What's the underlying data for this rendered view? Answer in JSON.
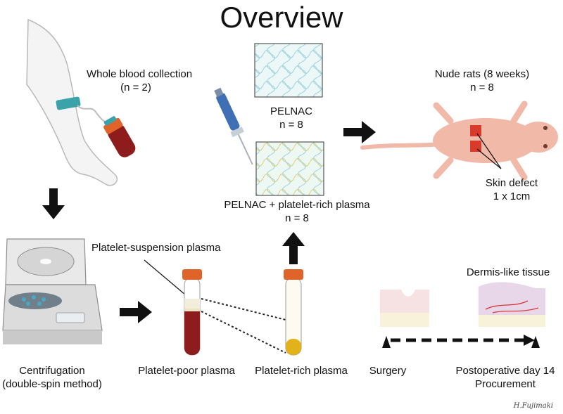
{
  "title": "Overview",
  "blood": {
    "label": "Whole blood collection",
    "n": "(n = 2)"
  },
  "pelnac": {
    "label": "PELNAC",
    "n": "n = 8"
  },
  "pelnac_prp": {
    "label": "PELNAC + platelet-rich plasma",
    "n": "n = 8"
  },
  "rats": {
    "label": "Nude rats (8 weeks)",
    "n": "n = 8"
  },
  "skin_defect": {
    "label": "Skin defect",
    "size": "1 x 1cm"
  },
  "platelet_suspension": "Platelet-suspension plasma",
  "centrifugation": {
    "line1": "Centrifugation",
    "line2": "(double-spin method)"
  },
  "platelet_poor": "Platelet-poor plasma",
  "platelet_rich": "Platelet-rich plasma",
  "dermis": "Dermis-like tissue",
  "timeline": {
    "start": "Surgery",
    "end_line1": "Postoperative day 14",
    "end_line2": "Procurement"
  },
  "signature": "H.Fujimaki",
  "colors": {
    "blood": "#8f1c1c",
    "plasma_pale": "#f3eedc",
    "plasma_yellow": "#e2b21a",
    "cap": "#e0632a",
    "mesh_blue": "#9ad1dc",
    "mesh_yellow": "#e6c96a",
    "arrow": "#111111",
    "rat": "#f0b9a8",
    "defect": "#d83a2c"
  }
}
